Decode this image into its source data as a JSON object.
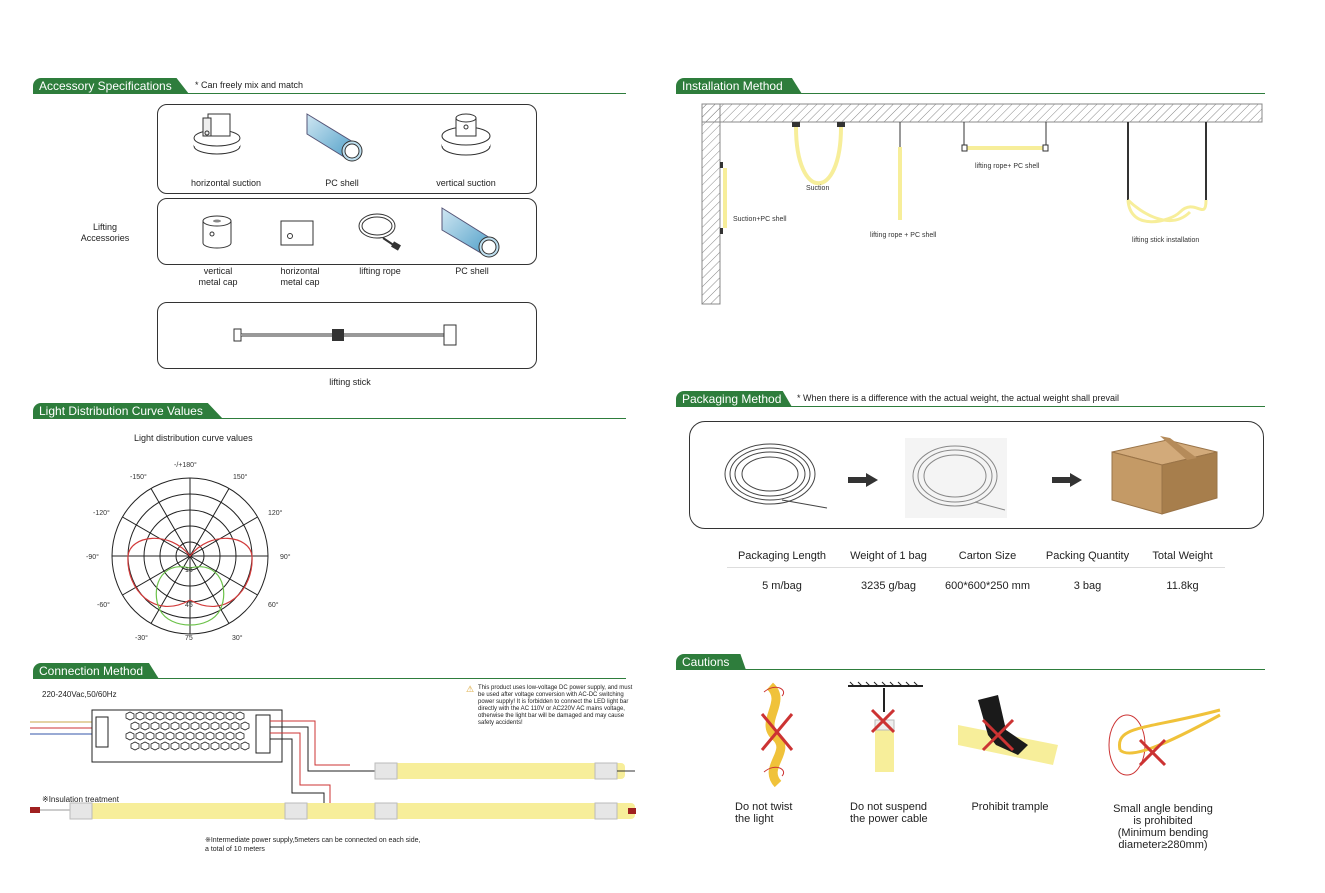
{
  "accessory": {
    "title": "Accessory Specifications",
    "note": "* Can freely mix and match",
    "group_label": "Lifting\nAccessories",
    "row1": [
      "horizontal suction",
      "PC shell",
      "vertical suction"
    ],
    "row2": [
      "vertical\nmetal cap",
      "horizontal\nmetal cap",
      "lifting rope",
      "PC shell"
    ],
    "row3": "lifting stick"
  },
  "light_curve": {
    "title": "Light Distribution Curve Values",
    "chart_title": "Light distribution curve values",
    "angles": [
      "-/+180°",
      "-150°",
      "150°",
      "-120°",
      "120°",
      "-90°",
      "90°",
      "-60°",
      "60°",
      "-30°",
      "30°"
    ],
    "radial_ticks": [
      "15",
      "45",
      "75"
    ]
  },
  "connection": {
    "title": "Connection Method",
    "voltage": "220-240Vac,50/60Hz",
    "warning": "This product uses low-voltage DC power supply, and must be used after voltage conversion with AC-DC switching power supply! It is forbidden to connect the LED light bar directly with the AC 110V or AC220V AC mains voltage, otherwise the light bar will be damaged and may cause safety accidents!",
    "insulation": "※Insulation treatment",
    "footnote": "※Intermediate power supply,5meters can be connected on each side,\na total of 10 meters"
  },
  "installation": {
    "title": "Installation Method",
    "labels": [
      "Suction+PC shell",
      "Suction",
      "lifting rope + PC shell",
      "lifting rope+ PC shell",
      "lifting stick installation"
    ]
  },
  "packaging": {
    "title": "Packaging Method",
    "note": "* When there is a difference with the actual weight, the actual weight shall prevail",
    "headers": [
      "Packaging Length",
      "Weight of 1 bag",
      "Carton Size",
      "Packing Quantity",
      "Total Weight"
    ],
    "values": [
      "5 m/bag",
      "3235 g/bag",
      "600*600*250 mm",
      "3 bag",
      "11.8kg"
    ]
  },
  "cautions": {
    "title": "Cautions",
    "items": [
      "Do not twist\nthe light",
      "Do not suspend\nthe power cable",
      "Prohibit trample",
      "Small angle bending\nis prohibited\n(Minimum bending\ndiameter≥280mm)"
    ]
  },
  "colors": {
    "accent": "#2e7d3c",
    "led": "#f7ee9a",
    "red": "#d23a3a",
    "green": "#6cc24a"
  }
}
